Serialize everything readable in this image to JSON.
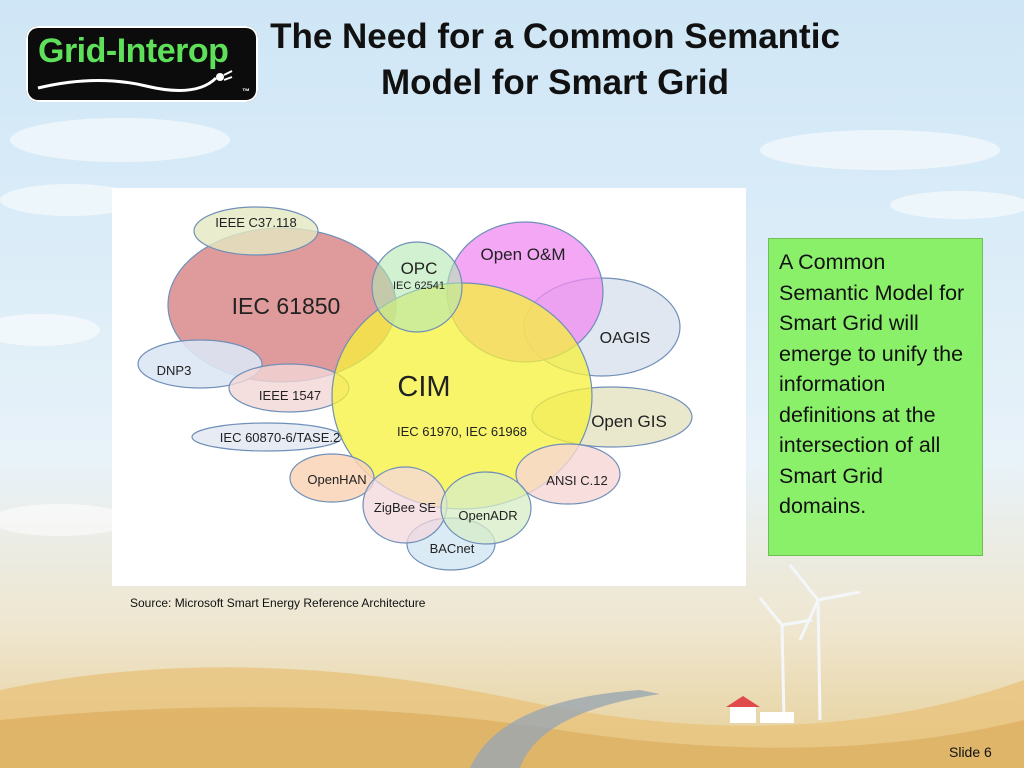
{
  "logo": {
    "text": "Grid-Interop",
    "tm": "™"
  },
  "title": {
    "line1": "The Need for a Common Semantic",
    "line2": "Model for Smart Grid"
  },
  "diagram": {
    "ellipses": [
      {
        "id": "ieee-c37",
        "label": "IEEE C37.118",
        "fill": "#e3e8c2"
      },
      {
        "id": "iec61850",
        "label": "IEC 61850",
        "fill": "#d98a8a"
      },
      {
        "id": "opc",
        "label": "OPC",
        "sublabel": "IEC 62541",
        "fill": "#b3e8b3"
      },
      {
        "id": "openom",
        "label": "Open O&M",
        "fill": "#f08af0"
      },
      {
        "id": "oagis",
        "label": "OAGIS",
        "fill": "#dde4f0"
      },
      {
        "id": "dnp3",
        "label": "DNP3",
        "fill": "#dbe6f4"
      },
      {
        "id": "ieee1547",
        "label": "IEEE 1547",
        "fill": "#f2d6d6"
      },
      {
        "id": "cim",
        "label": "CIM",
        "sublabel": "IEC 61970, IEC 61968",
        "fill": "#f7f23a"
      },
      {
        "id": "opengis",
        "label": "Open GIS",
        "fill": "#e7e6c8"
      },
      {
        "id": "iec60870",
        "label": "IEC 60870-6/TASE.2",
        "fill": "#e3e9f3"
      },
      {
        "id": "openhan",
        "label": "OpenHAN",
        "fill": "#f9d3b6"
      },
      {
        "id": "ansic12",
        "label": "ANSI C.12",
        "fill": "#f7d6d6"
      },
      {
        "id": "zigbee",
        "label": "ZigBee SE",
        "fill": "#f3d7dc"
      },
      {
        "id": "openadr",
        "label": "OpenADR",
        "fill": "#d6ecc6"
      },
      {
        "id": "bacnet",
        "label": "BACnet",
        "fill": "#d3e7f3"
      }
    ]
  },
  "info_text": "A Common Semantic Model for Smart Grid will emerge to unify the information definitions at the intersection of all Smart Grid domains.",
  "source": "Source: Microsoft Smart Energy Reference Architecture",
  "slide_number": "Slide 6"
}
